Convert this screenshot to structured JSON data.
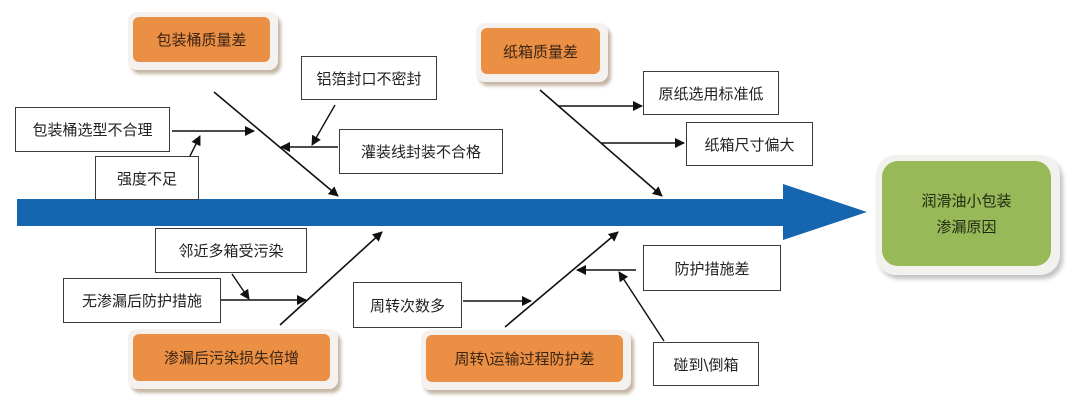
{
  "diagram": {
    "type": "fishbone",
    "spine_color": "#1565b0",
    "category_color": "#eb8f45",
    "effect_color": "#98b957",
    "effect": {
      "line1": "润滑油小包装",
      "line2": "渗漏原因"
    },
    "categories": {
      "bucket_quality": {
        "label": "包装桶质量差",
        "causes": {
          "bucket_selection": "包装桶选型不合理",
          "strength": "强度不足",
          "foil_seal": "铝箔封口不密封",
          "filling_seal": "灌装线封装不合格"
        }
      },
      "carton_quality": {
        "label": "纸箱质量差",
        "causes": {
          "paper_standard": "原纸选用标准低",
          "carton_size": "纸箱尺寸偏大"
        }
      },
      "contamination": {
        "label": "渗漏后污染损失倍增",
        "causes": {
          "adjacent": "邻近多箱受污染",
          "no_protection": "无渗漏后防护措施"
        }
      },
      "transport": {
        "label": "周转\\运输过程防护差",
        "causes": {
          "turnover": "周转次数多",
          "protection": "防护措施差",
          "collision": "碰到\\倒箱"
        }
      }
    }
  }
}
